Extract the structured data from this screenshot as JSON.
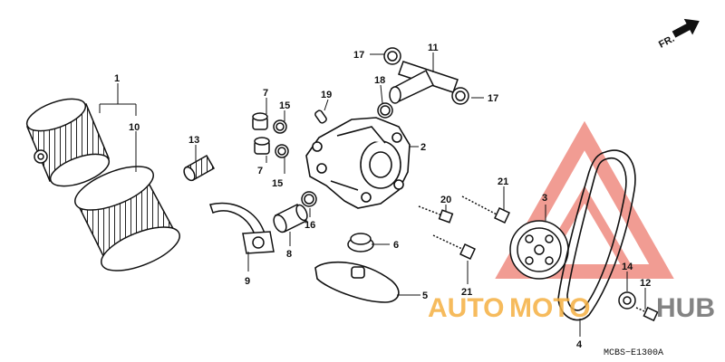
{
  "diagram": {
    "direction_label": "FR.",
    "diagram_code": "MCBS−E1300A",
    "callouts": {
      "c1": "1",
      "c10": "10",
      "c13": "13",
      "c9": "9",
      "c7a": "7",
      "c15a": "15",
      "c7b": "7",
      "c15b": "15",
      "c19": "19",
      "c16": "16",
      "c8": "8",
      "c17a": "17",
      "c11": "11",
      "c18": "18",
      "c17b": "17",
      "c2": "2",
      "c20": "20",
      "c21a": "21",
      "c21b": "21",
      "c6": "6",
      "c5": "5",
      "c3": "3",
      "c14": "14",
      "c12": "12",
      "c4": "4"
    }
  },
  "watermark": {
    "word_part1": "AUTO",
    "word_part2": "MOTO",
    "word_part3": "HUB",
    "colors": {
      "orange": "#f5b041",
      "red": "#e74c3c",
      "grey": "#6e6e6e"
    }
  }
}
